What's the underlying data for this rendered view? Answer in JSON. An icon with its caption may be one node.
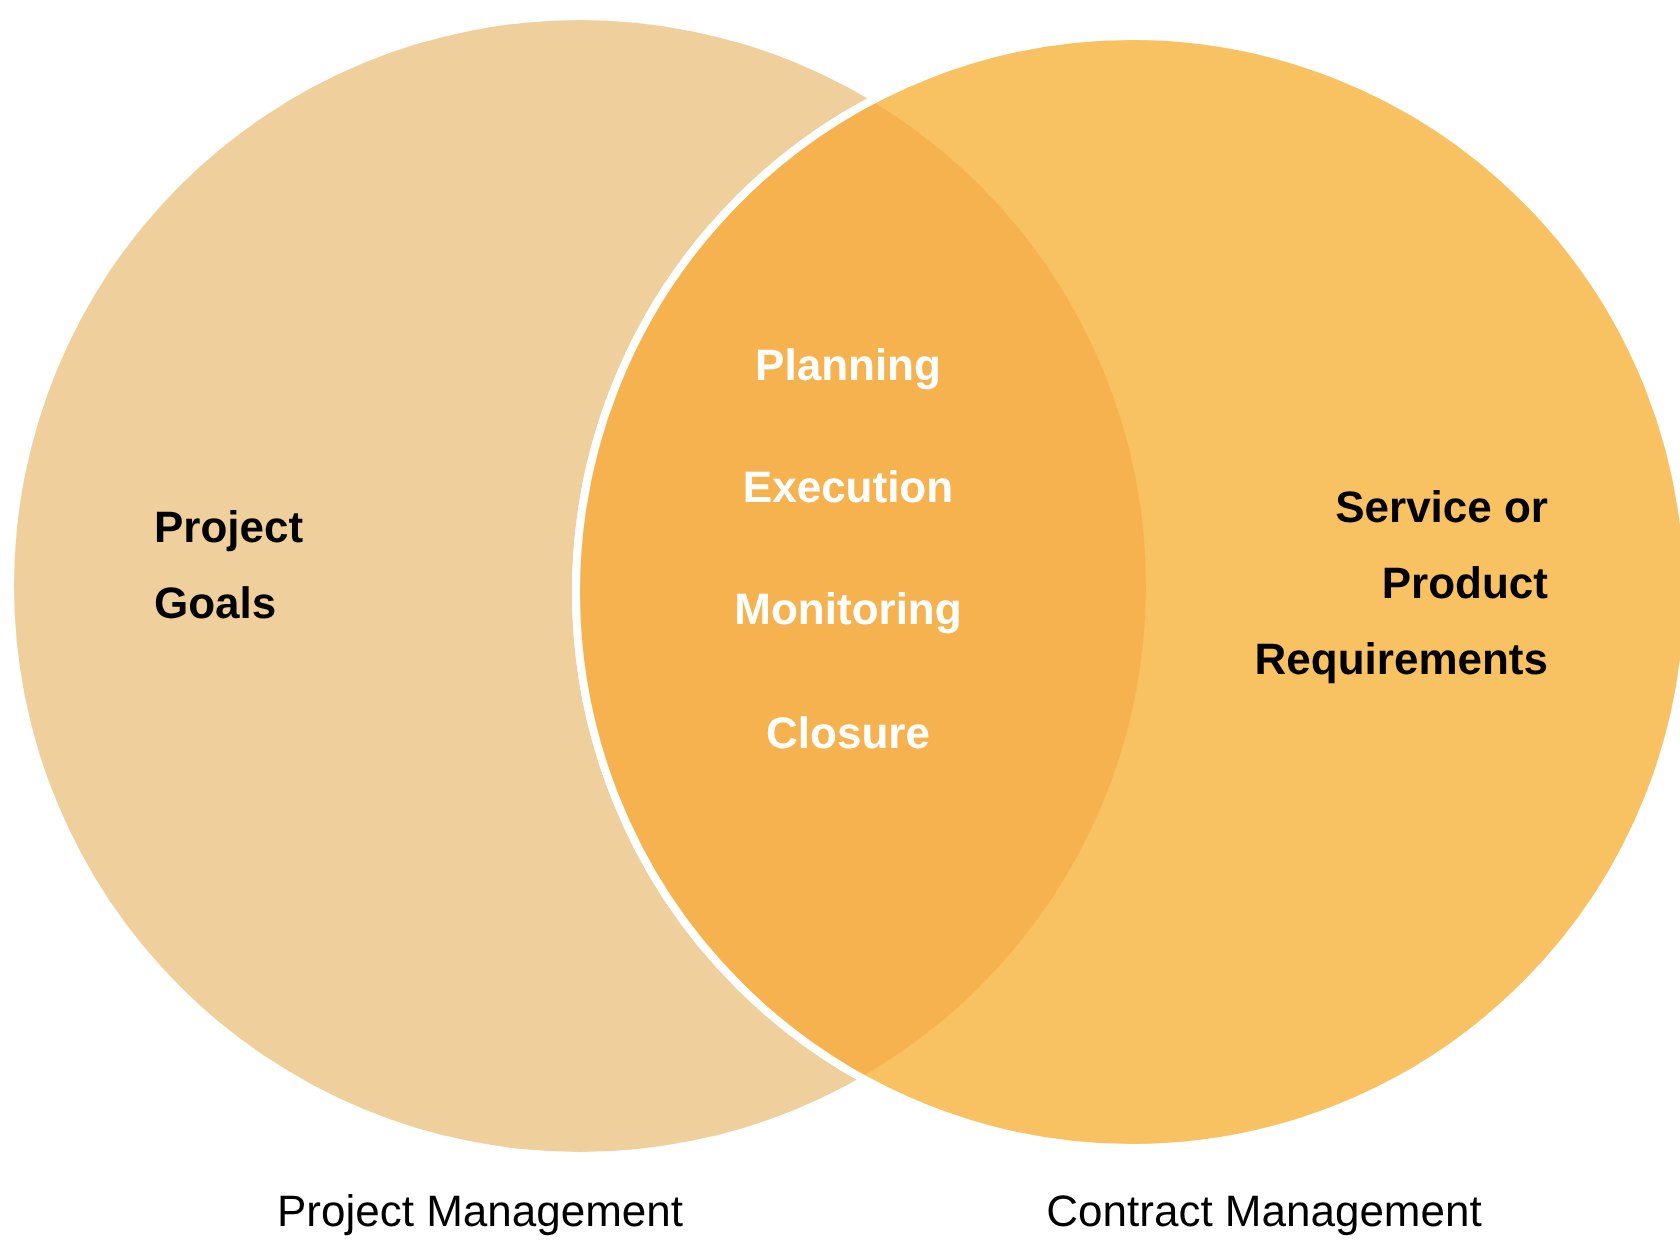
{
  "diagram": {
    "nodes": [
      {
        "text": [
          "Project Goals"
        ],
        "beside": [
          "Project Management"
        ]
      },
      {
        "text": [
          "Service or Product Requirements"
        ],
        "beside": [
          "Contract Management"
        ]
      },
      {
        "text": [
          "Planning",
          "Execution",
          "Monitoring",
          "Closure"
        ]
      }
    ]
  }
}
